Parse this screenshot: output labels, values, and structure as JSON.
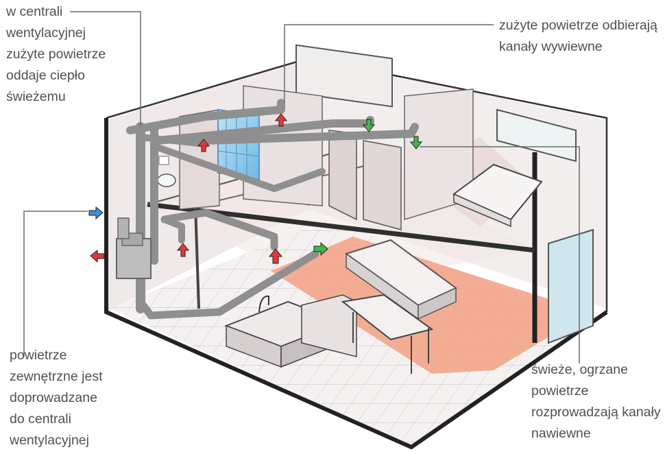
{
  "labels": {
    "top_left": [
      "w centrali",
      "wentylacyjnej",
      "zużyte powietrze",
      "oddaje ciepło",
      "świeżemu"
    ],
    "top_right": [
      "zużyte powietrze odbierają",
      "kanały wywiewne"
    ],
    "bottom_left": [
      "powietrze",
      "zewnętrzne jest",
      "doprowadzane",
      "do centrali",
      "wentylacyjnej"
    ],
    "bottom_right": [
      "świeże, ogrzane",
      "powietrze",
      "rozprowadzają kanały",
      "nawiewne"
    ]
  },
  "colors": {
    "exhaust_arrow": "#e2383b",
    "supply_arrow": "#45b549",
    "outdoor_arrow": "#3b8fd6",
    "floor_accent": "#f2a184",
    "duct": "#8f8f8f",
    "wall_dark": "#2b2b2b"
  },
  "icons": [
    "red-exhaust-arrow-icon",
    "green-supply-arrow-icon",
    "blue-intake-arrow-icon"
  ]
}
